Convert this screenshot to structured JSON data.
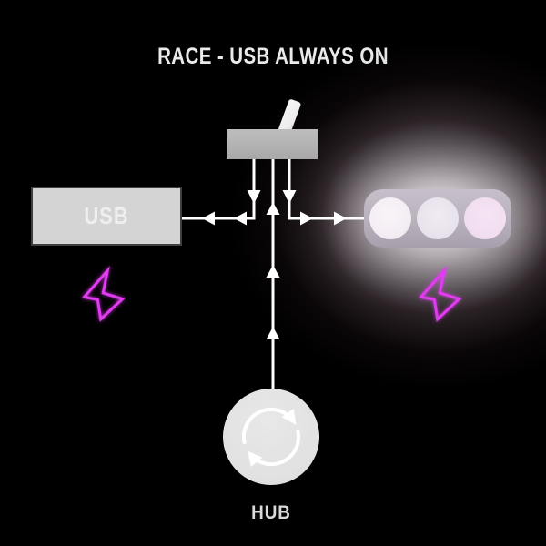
{
  "title": "RACE - USB ALWAYS ON",
  "diagram": {
    "usb_label": "USB",
    "hub_label": "HUB"
  },
  "icons": {
    "switch": "toggle-switch-icon",
    "bolt_left": "lightning-bolt-icon",
    "bolt_right": "lightning-bolt-icon",
    "sync": "sync-refresh-icon",
    "light": "indicator-light",
    "arrows": "wire-arrowheads"
  },
  "colors": {
    "background": "#000000",
    "wire": "#ffffff",
    "accent": "#e23bf2",
    "title_text": "#eaeaea",
    "usb_box_fill": "#d4d4d4",
    "usb_box_border": "#3f3f3f",
    "usb_text": "#eeeeee",
    "switch_fill": "#b3b3b3",
    "switch_lever": "#ededed",
    "light_fill": "#b8b1bc",
    "light_lens_1": "#f4eef4",
    "light_lens_2": "#e8e3ec",
    "light_lens_3": "#f1dff0",
    "hub_fill": "#e1e1e1",
    "hub_text": "#d9d9d9",
    "sync_icon": "#ffffff"
  }
}
